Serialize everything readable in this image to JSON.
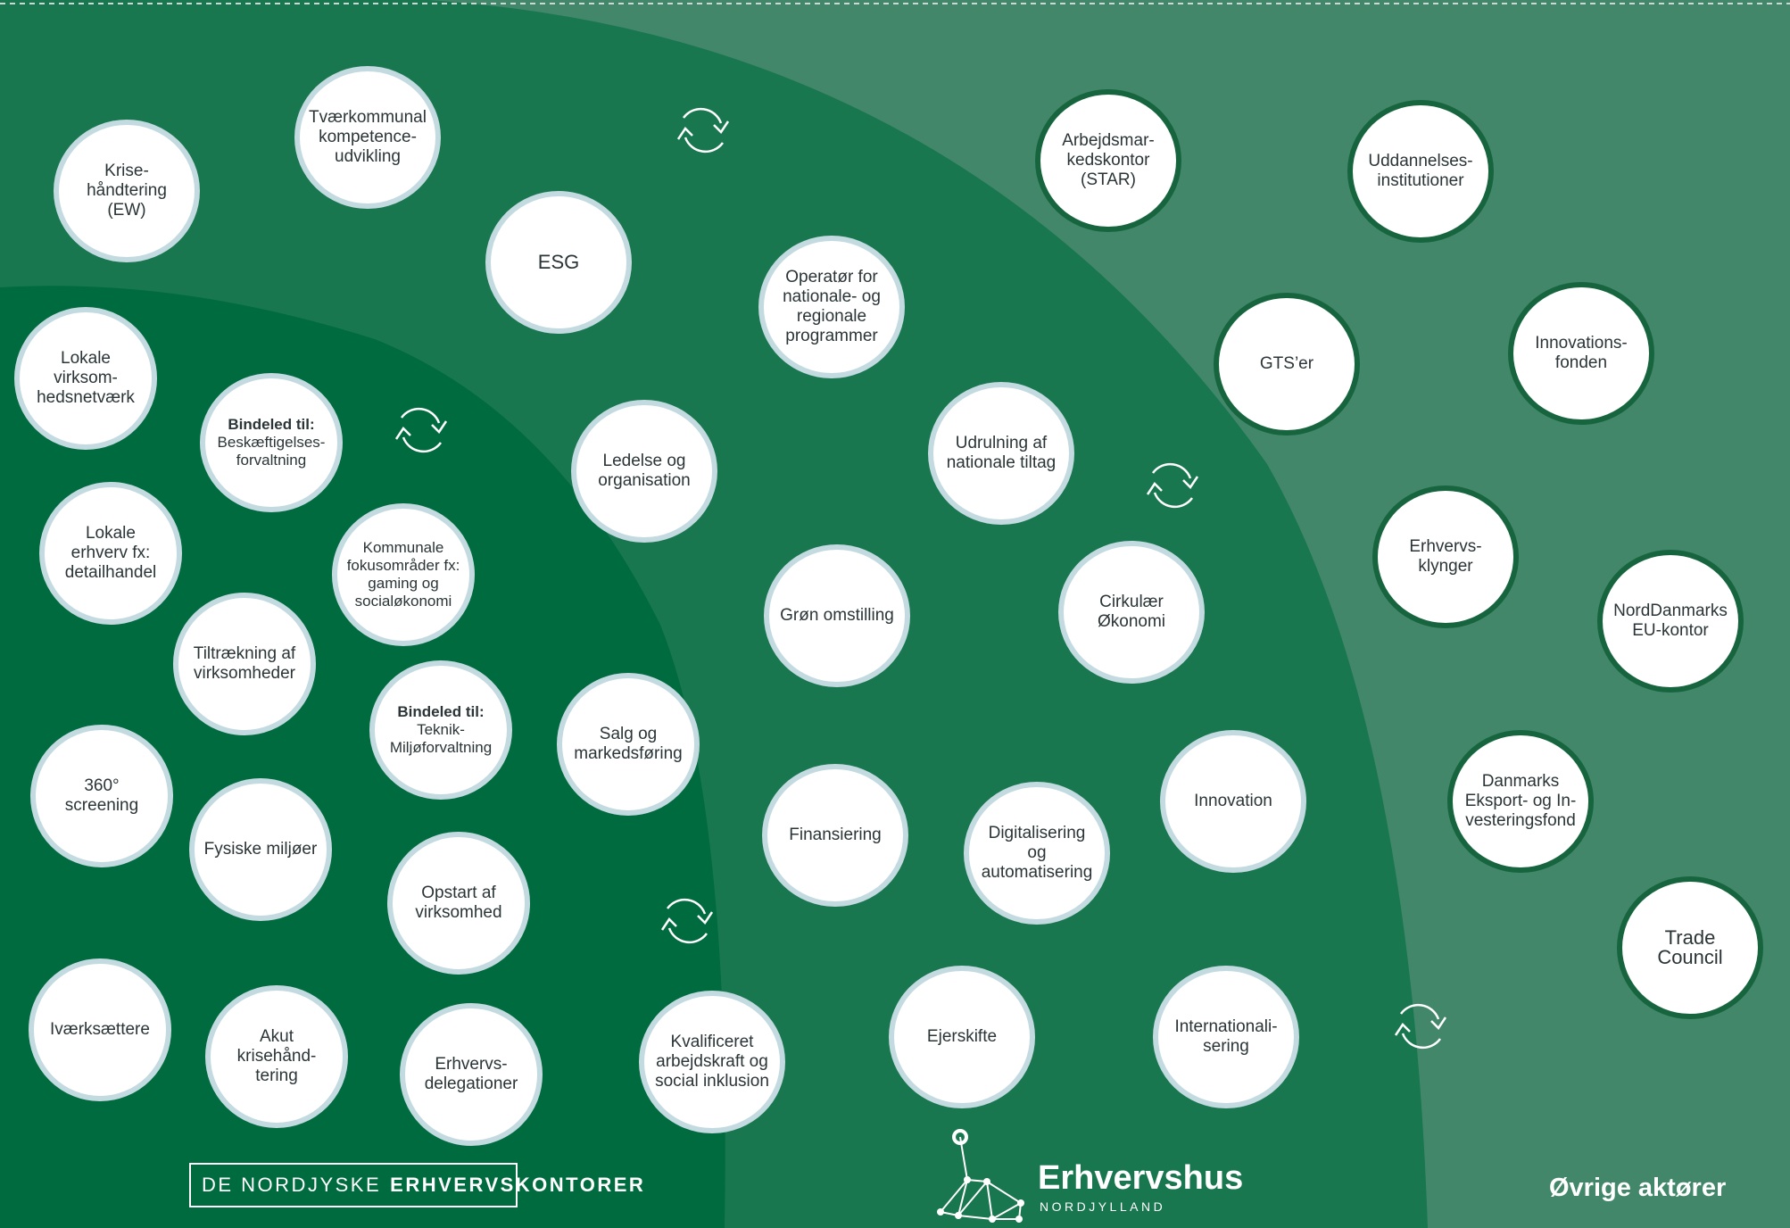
{
  "colors": {
    "outer_zone": "#42876a",
    "middle_zone": "#19774f",
    "inner_zone": "#006b3f",
    "circle_fill": "#ffffff",
    "circle_border": "#c3dbe0",
    "dark_circle_border": "#17653f",
    "text": "#2b3537",
    "arrows": "#ffffff"
  },
  "zones": {
    "outer_label": "Øvrige aktører"
  },
  "branding": {
    "left_logo_light": "DE NORDJYSKE",
    "left_logo_bold": "ERHVERVSKONTORER",
    "center_logo_name": "Erhvervshus",
    "center_logo_sub": "NORDJYLLAND"
  },
  "cycle_icon": "circular-arrows-icon",
  "nodes": {
    "krisehaandtering": "Krise-\nhåndtering\n(EW)",
    "tvaerkommunal": "Tværkommunal\nkompetence-\nudvikling",
    "esg": "ESG",
    "lokale_netvaerk": "Lokale virksom-\nhedsnetværk",
    "bindeled_beskaeftigelse_bold": "Bindeled til:",
    "bindeled_beskaeftigelse": "Beskæftigelses-\nforvaltning",
    "lokale_erhverv": "Lokale\nerhverv fx:\ndetailhandel",
    "kommunale_fokus": "Kommunale\nfokusområder fx:\ngaming og\nsocialøkonomi",
    "tiltraekning": "Tiltrækning af\nvirksomheder",
    "bindeled_teknik_bold": "Bindeled til:",
    "bindeled_teknik": "Teknik-\nMiljøforvaltning",
    "screening": "360°\nscreening",
    "fysiske": "Fysiske miljøer",
    "opstart": "Opstart af\nvirksomhed",
    "ivaerksaettere": "Iværksættere",
    "akut": "Akut krisehånd-\ntering",
    "delegationer": "Erhvervs-\ndelegationer",
    "operatoer": "Operatør for\nnationale- og\nregionale\nprogrammer",
    "ledelse": "Ledelse og\norganisation",
    "udrulning": "Udrulning af\nnationale tiltag",
    "groen": "Grøn omstilling",
    "cirkulaer": "Cirkulær\nØkonomi",
    "salg": "Salg og\nmarkedsføring",
    "finansiering": "Finansiering",
    "digitalisering": "Digitalisering og\nautomatisering",
    "innovation": "Innovation",
    "kvalificeret": "Kvalificeret\narbejdskraft og\nsocial inklusion",
    "ejerskifte": "Ejerskifte",
    "internationalisering": "Internationali-\nsering",
    "arbejdsmarked": "Arbejdsmar-\nkedskontor\n(STAR)",
    "uddannelse": "Uddannelses-\ninstitutioner",
    "gts": "GTS’er",
    "innovationsfonden": "Innovations-\nfonden",
    "klynger": "Erhvervs-\nklynger",
    "eu_kontor": "NordDanmarks\nEU-kontor",
    "eifo": "Danmarks\nEksport- og In-\nvesteringsfond",
    "trade_council": "Trade Council"
  }
}
